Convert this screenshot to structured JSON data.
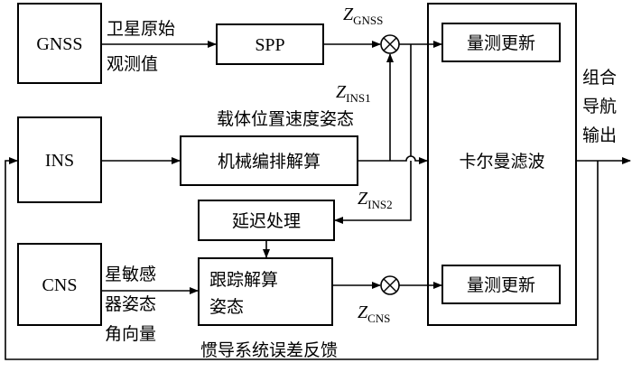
{
  "nodes": {
    "gnss": "GNSS",
    "ins": "INS",
    "cns": "CNS",
    "spp": "SPP",
    "mechanization": "机械编排解算",
    "delay": "延迟处理",
    "tracking_line1": "跟踪解算",
    "tracking_line2": "姿态",
    "kalman": "卡尔曼滤波",
    "update_top": "量测更新",
    "update_bottom": "量测更新"
  },
  "labels": {
    "gnss_raw_line1": "卫星原始",
    "gnss_raw_line2": "观测值",
    "ins_out": "载体位置速度姿态",
    "star_line1": "星敏感",
    "star_line2": "器姿态",
    "star_line3": "角向量",
    "output_line1": "组合",
    "output_line2": "导航",
    "output_line3": "输出",
    "feedback": "惯导系统误差反馈"
  },
  "measurements": {
    "z_gnss": {
      "main": "Z",
      "sub": "GNSS"
    },
    "z_ins1": {
      "main": "Z",
      "sub": "INS1"
    },
    "z_ins2": {
      "main": "Z",
      "sub": "INS2"
    },
    "z_cns": {
      "main": "Z",
      "sub": "CNS"
    }
  }
}
